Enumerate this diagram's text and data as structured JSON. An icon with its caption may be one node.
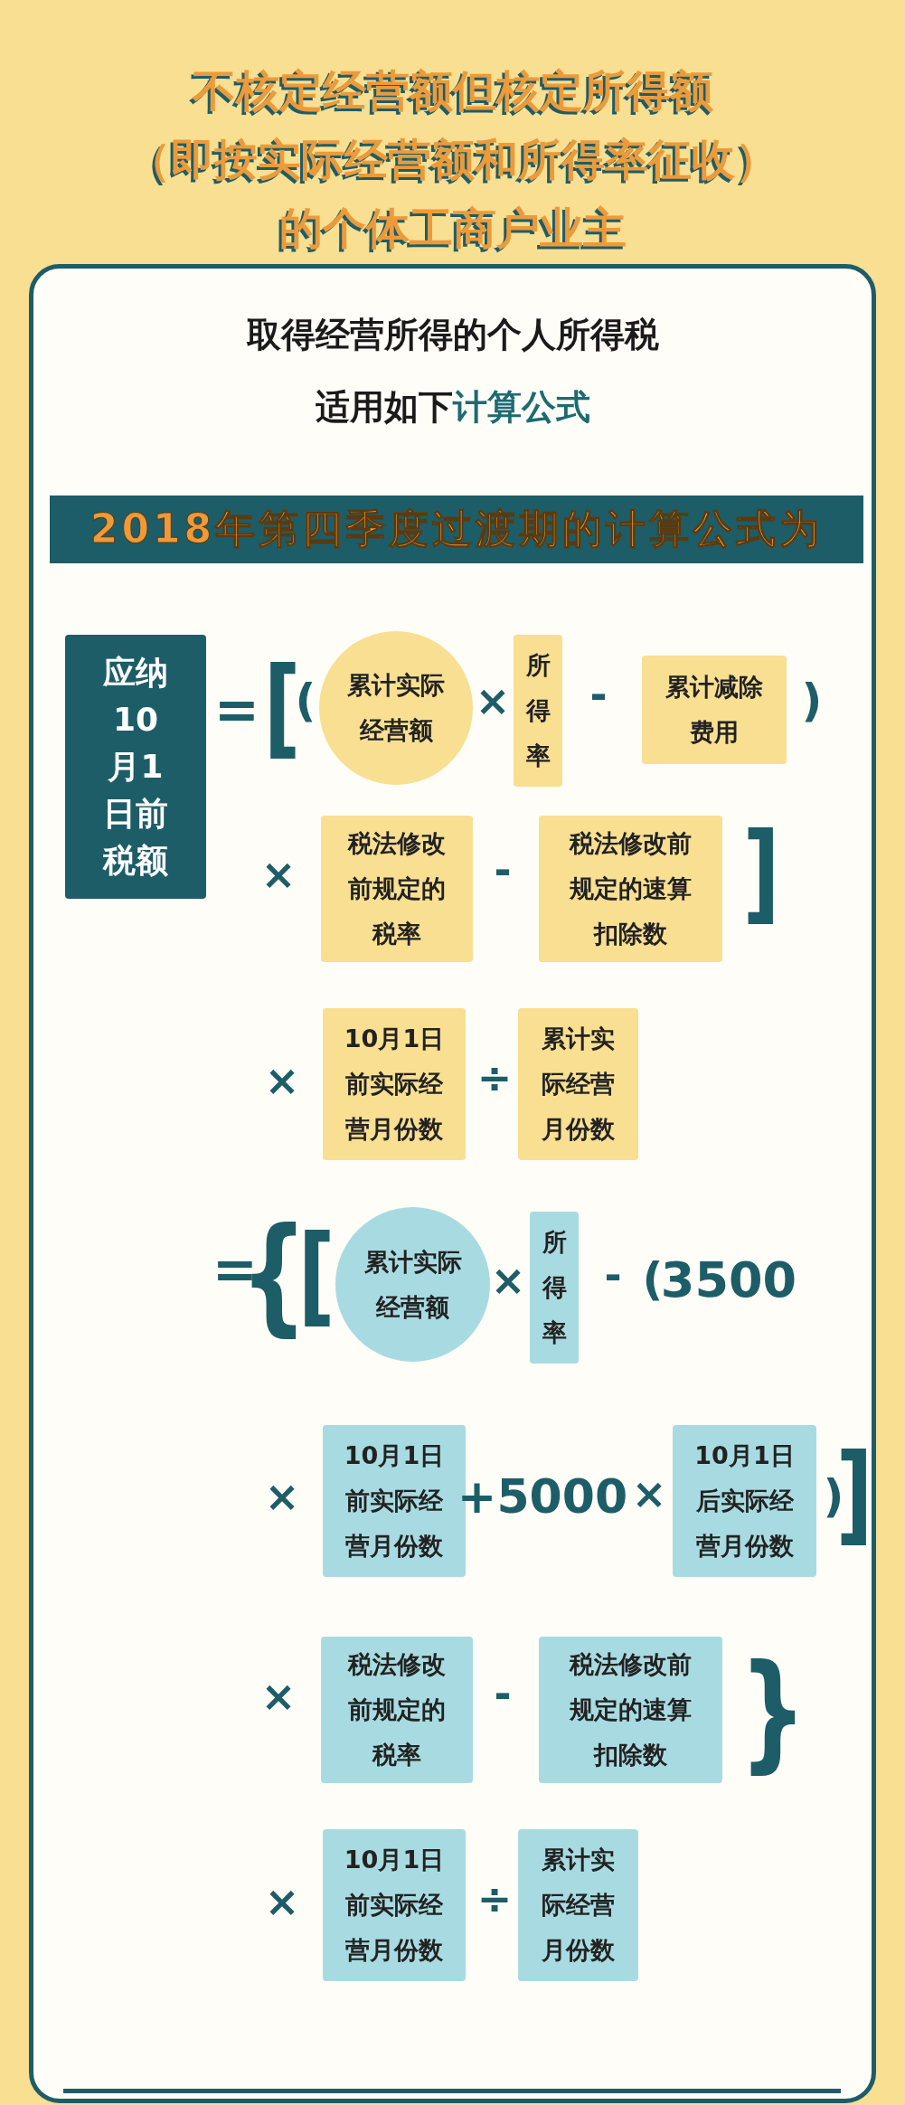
{
  "diagram": {
    "title": "不核定经营额但核定所得额（即按实际经营额和所得率征收）的个体工商户业主",
    "nodes": [
      {
        "text": [
          "取得经营所得的个人所得税",
          "适用如下**计算公式**"
        ]
      },
      {
        "text": [
          "2018年第四季度过渡期的计算公式为"
        ],
        "in": 0
      },
      {
        "text": [
          "应纳10月1日前税额"
        ],
        "in": 0
      },
      {
        "text": [
          "累计实际经营额"
        ],
        "in": 0
      },
      {
        "text": [
          "所得率"
        ],
        "in": 0
      },
      {
        "text": [
          "累计减除费用"
        ],
        "in": 0
      },
      {
        "text": [
          "税法修改前规定的税率"
        ],
        "in": 0
      },
      {
        "text": [
          "税法修改前规定的速算扣除数"
        ],
        "in": 0
      },
      {
        "text": [
          "10月1日前实际经营月份数"
        ],
        "in": 0
      },
      {
        "text": [
          "累计实际经营月份数"
        ],
        "in": 0
      },
      {
        "text": [
          "累计实际经营额"
        ],
        "in": 0
      },
      {
        "text": [
          "所得率"
        ],
        "in": 0
      },
      {
        "text": [
          "10月1日前实际经营月份数"
        ],
        "in": 0
      },
      {
        "text": [
          "10月1日后实际经营月份数"
        ],
        "in": 0
      },
      {
        "text": [
          "税法修改前规定的税率"
        ],
        "in": 0
      },
      {
        "text": [
          "税法修改前规定的速算扣除数"
        ],
        "in": 0
      },
      {
        "text": [
          "10月1日前实际经营月份数"
        ],
        "in": 0
      },
      {
        "text": [
          "累计实际经营月份数"
        ],
        "in": 0
      }
    ],
    "labels": [
      "=",
      "[",
      "(",
      "×",
      "-",
      ")",
      "×",
      "-",
      "]",
      "×",
      "÷",
      "=",
      "{",
      "[",
      "×",
      "-",
      "(",
      "3500",
      "×",
      "+5000",
      "×",
      ")",
      "]",
      "×",
      "-",
      "}",
      "×",
      "÷"
    ]
  }
}
